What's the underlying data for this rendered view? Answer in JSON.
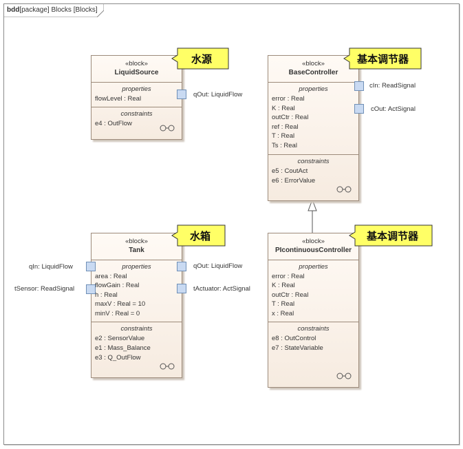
{
  "frame": {
    "prefix": "bdd",
    "title": "[package] Blocks [Blocks]"
  },
  "blocks": {
    "liquid_source": {
      "stereotype": "«block»",
      "name": "LiquidSource",
      "properties_title": "properties",
      "properties": [
        "flowLevel : Real"
      ],
      "constraints_title": "constraints",
      "constraints": [
        "e4 : OutFlow"
      ],
      "ports": [
        {
          "label": "qOut: LiquidFlow"
        }
      ],
      "callout": "水源"
    },
    "base_controller": {
      "stereotype": "«block»",
      "name": "BaseController",
      "properties_title": "properties",
      "properties": [
        "error : Real",
        "K : Real",
        "outCtr : Real",
        "ref : Real",
        "T : Real",
        "Ts : Real"
      ],
      "constraints_title": "constraints",
      "constraints": [
        "e5 : CoutAct",
        "e6 : ErrorValue"
      ],
      "ports": [
        {
          "label": "cIn: ReadSignal"
        },
        {
          "label": "cOut: ActSignal"
        }
      ],
      "callout": "基本调节器"
    },
    "tank": {
      "stereotype": "«block»",
      "name": "Tank",
      "properties_title": "properties",
      "properties": [
        "area : Real",
        "flowGain : Real",
        "h : Real",
        "maxV : Real = 10",
        "minV : Real = 0"
      ],
      "constraints_title": "constraints",
      "constraints": [
        "e2 : SensorValue",
        "e1 : Mass_Balance",
        "e3 : Q_OutFlow"
      ],
      "ports": [
        {
          "label": "qIn: LiquidFlow"
        },
        {
          "label": "tSensor: ReadSignal"
        },
        {
          "label": "qOut: LiquidFlow"
        },
        {
          "label": "tActuator: ActSignal"
        }
      ],
      "callout": "水箱"
    },
    "pi_controller": {
      "stereotype": "«block»",
      "name": "PIcontinuousController",
      "properties_title": "properties",
      "properties": [
        "error : Real",
        "K : Real",
        "outCtr : Real",
        "T : Real",
        "x : Real"
      ],
      "constraints_title": "constraints",
      "constraints": [
        "e8 : OutControl",
        "e7 : StateVariable"
      ],
      "callout": "基本调节器"
    }
  },
  "colors": {
    "callout_fill": "#ffff66",
    "port_fill": "#c9daf2",
    "block_border": "#9c8a7a"
  }
}
